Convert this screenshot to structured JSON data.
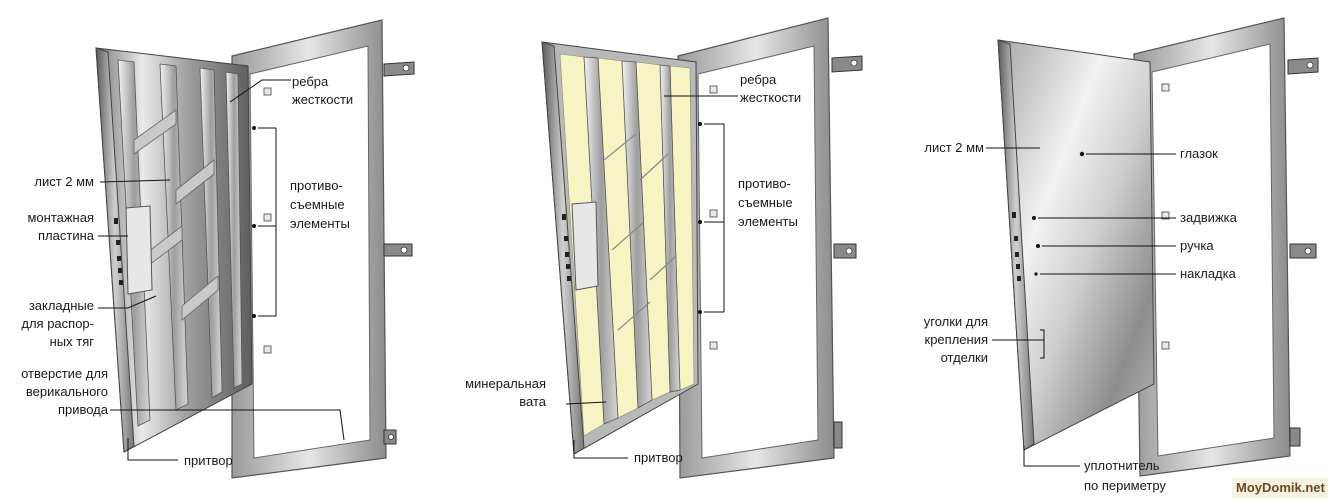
{
  "panels": [
    {
      "id": "frame-structure",
      "labels": {
        "ribs": [
          "ребра",
          "жесткости"
        ],
        "anti_removal": [
          "противо-",
          "съемные",
          "элементы"
        ],
        "sheet": "лист 2 мм",
        "mount_plate": [
          "монтажная",
          "пластина"
        ],
        "embedded": [
          "закладные",
          "для распор-",
          "ных тяг"
        ],
        "vertical_hole": [
          "отверстие для",
          "верикального",
          "привода"
        ],
        "pritvor": "притвор"
      }
    },
    {
      "id": "insulation",
      "labels": {
        "ribs": [
          "ребра",
          "жесткости"
        ],
        "anti_removal": [
          "противо-",
          "съемные",
          "элементы"
        ],
        "wool": [
          "минеральная",
          "вата"
        ],
        "pritvor": "притвор"
      }
    },
    {
      "id": "outer-sheet",
      "labels": {
        "sheet": "лист 2 мм",
        "peephole": "глазок",
        "bolt": "задвижка",
        "handle": "ручка",
        "escutcheon": "накладка",
        "corners": [
          "уголки для",
          "крепления",
          "отделки"
        ],
        "seal": [
          "уплотнитель",
          "по периметру"
        ]
      }
    }
  ],
  "watermark": "MoyDomik.net",
  "colors": {
    "steel_dark": "#6b6b6b",
    "steel_light": "#d8d8d8",
    "wool": "#f7f4c4"
  }
}
